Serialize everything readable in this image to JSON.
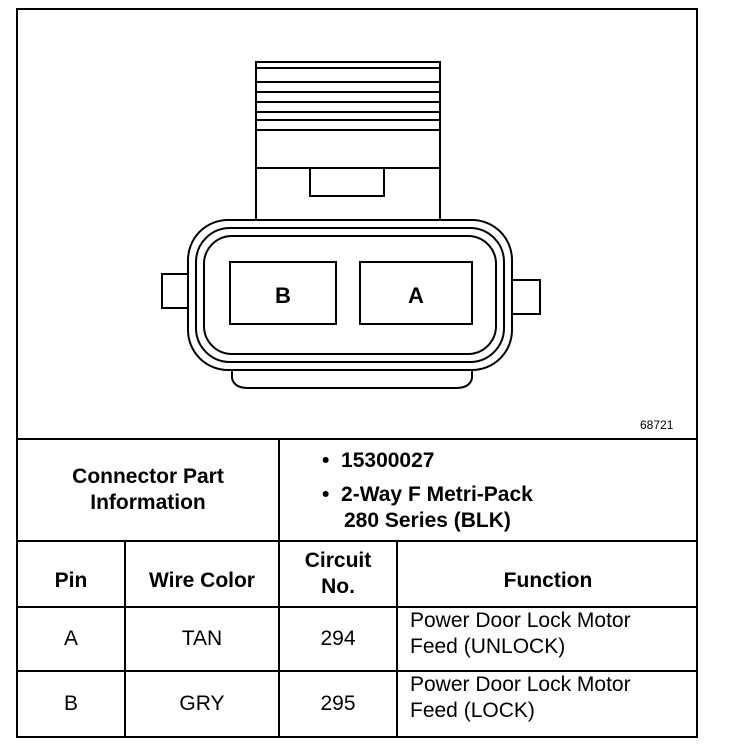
{
  "figure_number": "68721",
  "connector": {
    "cavities": [
      "B",
      "A"
    ]
  },
  "info": {
    "label_line1": "Connector Part",
    "label_line2": "Information",
    "bullet": "•",
    "part_number": "15300027",
    "desc_line1": "2-Way F Metri-Pack",
    "desc_line2": "280 Series (BLK)"
  },
  "table": {
    "headers": {
      "pin": "Pin",
      "wire_color": "Wire Color",
      "circuit_line1": "Circuit",
      "circuit_line2": "No.",
      "function": "Function"
    },
    "rows": [
      {
        "pin": "A",
        "wire_color": "TAN",
        "circuit": "294",
        "function_line1": "Power Door Lock Motor",
        "function_line2": "Feed (UNLOCK)"
      },
      {
        "pin": "B",
        "wire_color": "GRY",
        "circuit": "295",
        "function_line1": "Power Door Lock Motor",
        "function_line2": "Feed (LOCK)"
      }
    ]
  }
}
